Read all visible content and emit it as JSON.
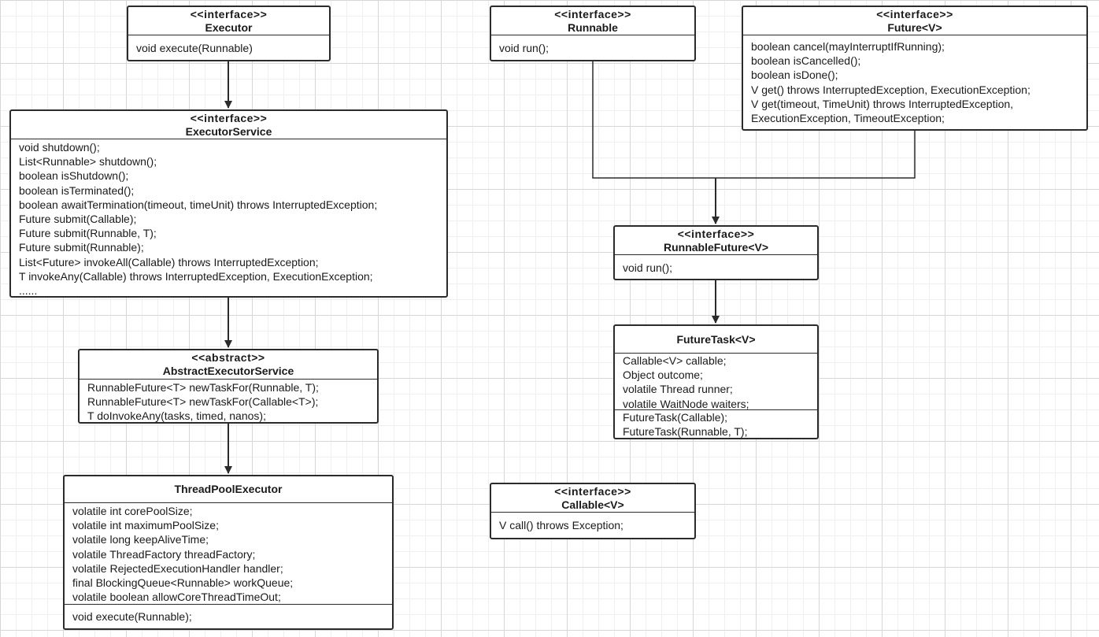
{
  "colors": {
    "border": "#2b2b2b",
    "grid_major": "#d6d6d6",
    "grid_minor": "#efefef"
  },
  "classes": {
    "executor": {
      "stereotype": "<<interface>>",
      "name": "Executor",
      "methods": [
        "void execute(Runnable)"
      ]
    },
    "executor_service": {
      "stereotype": "<<interface>>",
      "name": "ExecutorService",
      "methods": [
        "void shutdown();",
        "List<Runnable> shutdown();",
        "boolean isShutdown();",
        "boolean isTerminated();",
        "boolean awaitTermination(timeout, timeUnit) throws InterruptedException;",
        "Future submit(Callable);",
        "Future submit(Runnable, T);",
        "Future submit(Runnable);",
        "List<Future> invokeAll(Callable) throws InterruptedException;",
        "T invokeAny(Callable) throws InterruptedException, ExecutionException;",
        "......"
      ]
    },
    "abstract_executor_service": {
      "stereotype": "<<abstract>>",
      "name": "AbstractExecutorService",
      "methods": [
        "RunnableFuture<T> newTaskFor(Runnable, T);",
        "RunnableFuture<T> newTaskFor(Callable<T>);",
        "T doInvokeAny(tasks, timed, nanos);"
      ]
    },
    "thread_pool_executor": {
      "name": "ThreadPoolExecutor",
      "fields": [
        "volatile int corePoolSize;",
        "volatile int maximumPoolSize;",
        "volatile long keepAliveTime;",
        "volatile ThreadFactory threadFactory;",
        "volatile RejectedExecutionHandler handler;",
        "final BlockingQueue<Runnable> workQueue;",
        "volatile boolean allowCoreThreadTimeOut;"
      ],
      "methods": [
        "void execute(Runnable);"
      ]
    },
    "runnable": {
      "stereotype": "<<interface>>",
      "name": "Runnable",
      "methods": [
        "void run();"
      ]
    },
    "future": {
      "stereotype": "<<interface>>",
      "name": "Future<V>",
      "methods": [
        "boolean cancel(mayInterruptIfRunning);",
        "boolean isCancelled();",
        "boolean isDone();",
        "V get() throws InterruptedException, ExecutionException;",
        "V get(timeout, TimeUnit) throws InterruptedException,",
        "ExecutionException, TimeoutException;"
      ]
    },
    "runnable_future": {
      "stereotype": "<<interface>>",
      "name": "RunnableFuture<V>",
      "methods": [
        "void run();"
      ]
    },
    "future_task": {
      "name": "FutureTask<V>",
      "fields": [
        "Callable<V> callable;",
        "Object outcome;",
        "volatile Thread runner;",
        "volatile WaitNode waiters;"
      ],
      "methods": [
        "FutureTask(Callable);",
        "FutureTask(Runnable, T);"
      ]
    },
    "callable": {
      "stereotype": "<<interface>>",
      "name": "Callable<V>",
      "methods": [
        "V call() throws Exception;"
      ]
    }
  }
}
